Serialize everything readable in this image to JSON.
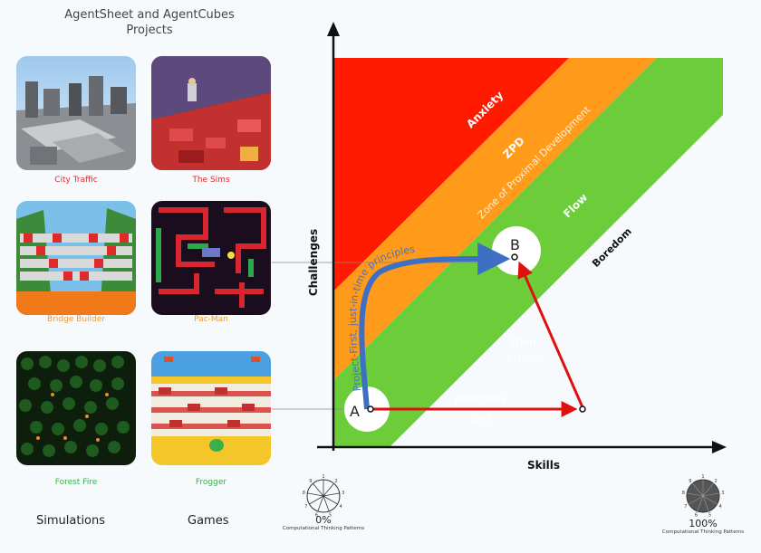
{
  "header": {
    "title_line1": "AgentSheet and AgentCubes",
    "title_line2": "Projects"
  },
  "projects": [
    {
      "label": "City Traffic",
      "color": "#e02a2a"
    },
    {
      "label": "The Sims",
      "color": "#e02a2a"
    },
    {
      "label": "Bridge Builder",
      "color": "#f29a2e"
    },
    {
      "label": "Pac-Man",
      "color": "#f29a2e"
    },
    {
      "label": "Forest Fire",
      "color": "#3bb04a"
    },
    {
      "label": "Frogger",
      "color": "#3bb04a"
    }
  ],
  "categories": {
    "left": "Simulations",
    "right": "Games"
  },
  "axes": {
    "y": "Challenges",
    "x": "Skills"
  },
  "zones": {
    "anxiety": "Anxiety",
    "zpd": "ZPD",
    "zpd_full": "Zone of Proximal Development",
    "flow": "Flow",
    "boredom": "Boredom"
  },
  "points": {
    "a": "A",
    "b": "B"
  },
  "paths": {
    "project_first": "Project-First, just-in-time principles",
    "principles_line1": "principles",
    "principles_line2": "first",
    "then_line1": "then",
    "then_line2": "project"
  },
  "colors": {
    "anxiety": "#ff1a00",
    "zpd": "#ff9a1a",
    "flow": "#6dcc3a",
    "blue_path": "#3d6fc4",
    "red_path": "#e01010"
  },
  "patterns": {
    "start_pct": "0%",
    "end_pct": "100%",
    "caption": "Computational Thinking Patterns",
    "wheel_numbers": [
      "1",
      "2",
      "3",
      "4",
      "5",
      "6",
      "7",
      "8",
      "9"
    ]
  }
}
